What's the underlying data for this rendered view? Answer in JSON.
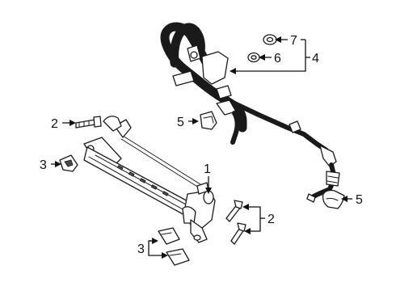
{
  "callouts": {
    "c1": "1",
    "c2_upper": "2",
    "c2_lower": "2",
    "c3_upper": "3",
    "c3_lower": "3",
    "c4": "4",
    "c5_left": "5",
    "c5_right": "5",
    "c6": "6",
    "c7": "7"
  }
}
